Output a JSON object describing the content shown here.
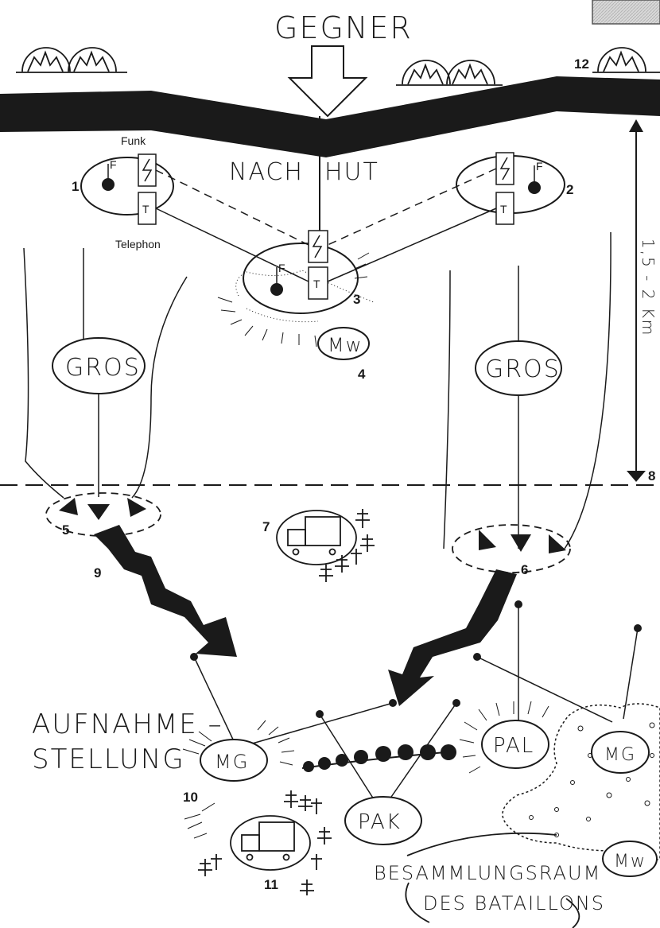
{
  "header": {
    "enemy": "GEGNER"
  },
  "rearguard": {
    "label_left": "NACH",
    "label_right": "HUT"
  },
  "comms": {
    "radio": "Funk",
    "telephone": "Telephon",
    "radio_symbol": "⚡",
    "telephone_symbol": "T",
    "flag_symbol": "F"
  },
  "units": {
    "gros_left": "GROS",
    "gros_right": "GROS",
    "mw_top": "Mw",
    "mg_left": "MG",
    "mg_right": "MG",
    "pak": "PAK",
    "pal": "PAL",
    "mw_bottom": "Mw"
  },
  "distance": "1,5 - 2 Km",
  "position": {
    "line1": "AUFNAHME –",
    "line2": "STELLUNG"
  },
  "assembly": {
    "line1": "BESAMMLUNGSRAUM",
    "line2": "DES BATAILLONS"
  },
  "numbers": {
    "n1": "1",
    "n2": "2",
    "n3": "3",
    "n4": "4",
    "n5": "5",
    "n6": "6",
    "n7": "7",
    "n8": "8",
    "n9": "9",
    "n10": "10",
    "n11": "11",
    "n12": "12"
  },
  "colors": {
    "ink": "#1a1a1a",
    "paper": "#ffffff",
    "corner_box": "#c8c8c8"
  }
}
